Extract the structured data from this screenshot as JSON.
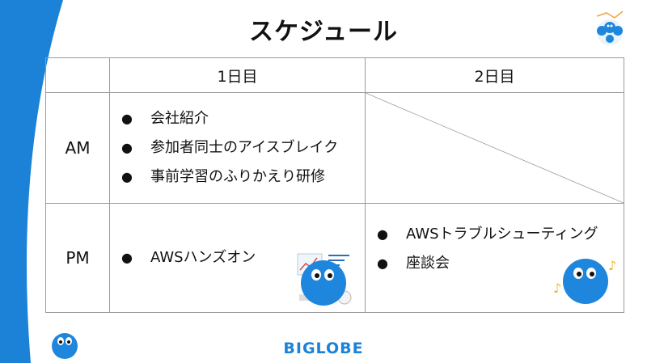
{
  "title": "スケジュール",
  "table": {
    "headers": [
      "",
      "1日目",
      "2日目"
    ],
    "rows": [
      {
        "label": "AM",
        "day1": [
          "会社紹介",
          "参加者同士のアイスブレイク",
          "事前学習のふりかえり研修"
        ],
        "day2": []
      },
      {
        "label": "PM",
        "day1": [
          "AWSハンズオン"
        ],
        "day2": [
          "AWSトラブルシューティング",
          "座談会"
        ]
      }
    ]
  },
  "brand": "BIGLOBE",
  "colors": {
    "accent": "#1b82d7",
    "mascot": "#1e86dd",
    "border": "#9a9a9a"
  },
  "icons": [
    "mascot-icon",
    "bullet-icon",
    "chart-doc-icon",
    "music-note-icon",
    "brand-logo-icon"
  ]
}
